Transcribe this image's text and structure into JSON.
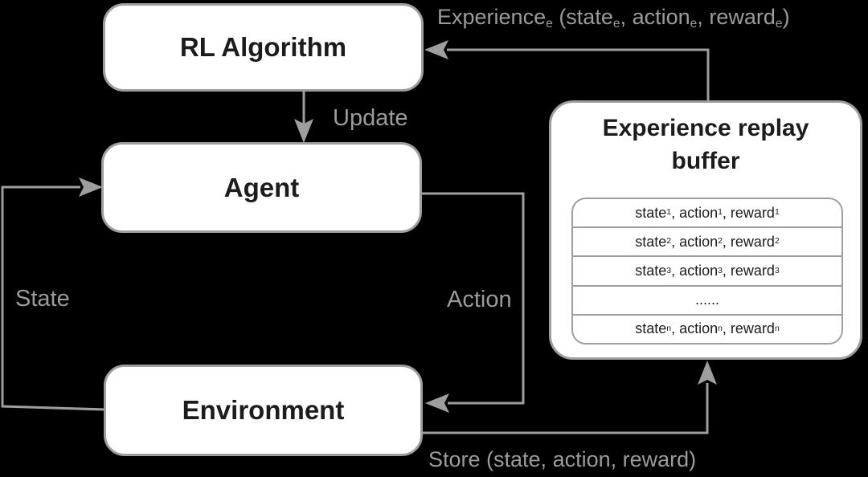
{
  "colors": {
    "background": "#000000",
    "line": "#9e9e9e",
    "box_fill": "#ffffff",
    "box_border": "#9e9e9e",
    "box_text": "#1c1c1c",
    "label_text": "#9b9b9b"
  },
  "nodes": {
    "rl_algorithm": {
      "label": "RL Algorithm"
    },
    "agent": {
      "label": "Agent"
    },
    "environment": {
      "label": "Environment"
    },
    "buffer": {
      "title": "Experience replay buffer",
      "rows": [
        {
          "segments": [
            {
              "t": "state",
              "s": "1"
            },
            {
              "t": ", action",
              "s": "1"
            },
            {
              "t": ", reward",
              "s": "1"
            }
          ]
        },
        {
          "segments": [
            {
              "t": "state",
              "s": "2"
            },
            {
              "t": ", action",
              "s": "2"
            },
            {
              "t": ", reward",
              "s": "2"
            }
          ]
        },
        {
          "segments": [
            {
              "t": "state",
              "s": "3"
            },
            {
              "t": ", action",
              "s": "3"
            },
            {
              "t": ", reward",
              "s": "3"
            }
          ]
        },
        {
          "segments": [
            {
              "t": "......"
            }
          ]
        },
        {
          "segments": [
            {
              "t": "state",
              "s": "n"
            },
            {
              "t": ", action",
              "s": "n"
            },
            {
              "t": ", reward",
              "s": "n"
            }
          ]
        }
      ]
    }
  },
  "edges": {
    "update": {
      "label": "Update"
    },
    "state": {
      "label": "State"
    },
    "action": {
      "label": "Action"
    },
    "store": {
      "label": "Store (state, action, reward)"
    },
    "experience": {
      "segments": [
        {
          "t": "Experience",
          "s": "e"
        },
        {
          "t": " (state",
          "s": "e"
        },
        {
          "t": ", action",
          "s": "e"
        },
        {
          "t": ", reward",
          "s": "e"
        },
        {
          "t": ")"
        }
      ]
    }
  }
}
